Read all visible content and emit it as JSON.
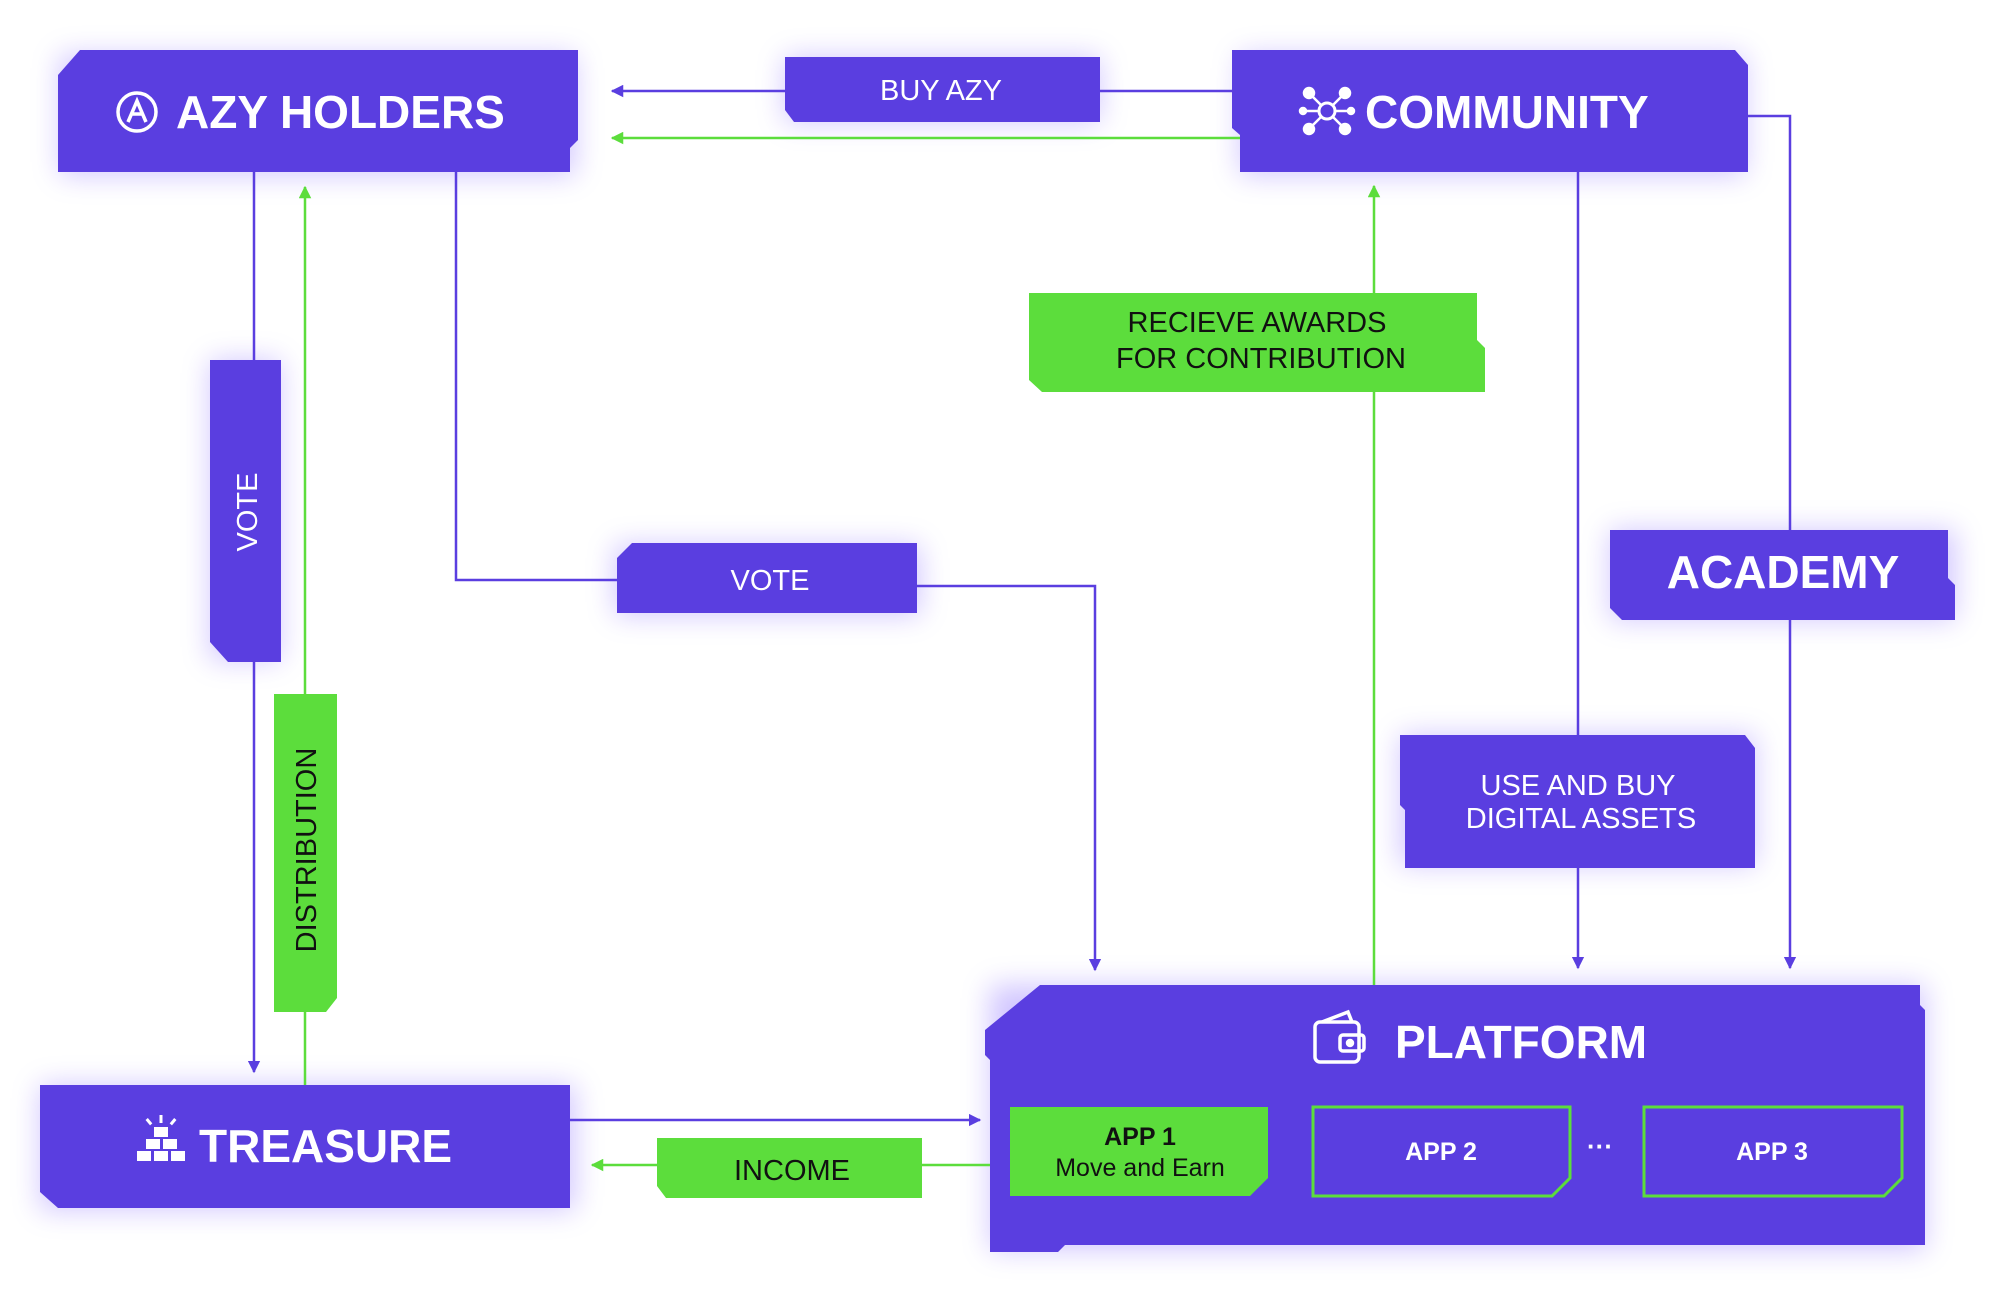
{
  "nodes": {
    "azy_holders": "AZY HOLDERS",
    "community": "COMMUNITY",
    "academy": "ACADEMY",
    "treasure": "TREASURE",
    "platform": "PLATFORM"
  },
  "edge_labels": {
    "buy_azy": "BUY AZY",
    "vote_vertical": "VOTE",
    "vote_horizontal": "VOTE",
    "distribution": "DISTRIBUTION",
    "income": "INCOME",
    "recieve_awards_line1": "RECIEVE AWARDS",
    "recieve_awards_line2": "FOR CONTRIBUTION",
    "use_buy_line1": "USE AND BUY",
    "use_buy_line2": "DIGITAL ASSETS"
  },
  "apps": {
    "app1_title": "APP 1",
    "app1_subtitle": "Move and Earn",
    "app2": "APP 2",
    "app3": "APP 3",
    "ellipsis": "···"
  },
  "icons": {
    "azy_holders": "azy-coin-icon",
    "community": "network-people-icon",
    "treasure": "gold-bars-icon",
    "platform": "wallet-icon"
  },
  "colors": {
    "purple": "#5a3ee0",
    "green": "#5cdd3c",
    "purple_line": "#5a3ee0",
    "green_line": "#5cdd3c"
  }
}
